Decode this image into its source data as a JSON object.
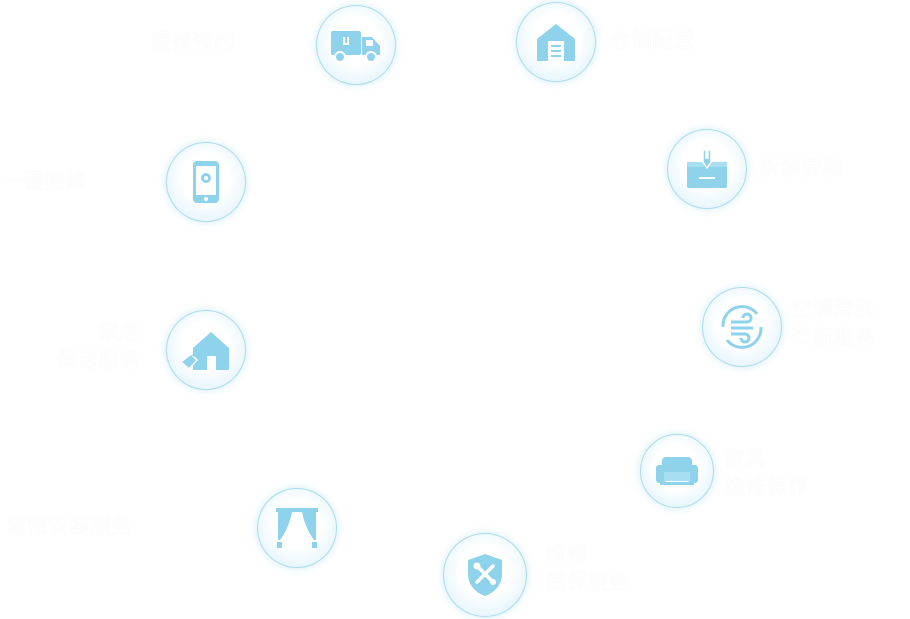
{
  "nodes": [
    {
      "id": "truck",
      "icon": "truck-icon",
      "lines": [
        "报修预约"
      ]
    },
    {
      "id": "warehouse",
      "icon": "warehouse-icon",
      "lines": [
        "仓储配送"
      ]
    },
    {
      "id": "phone",
      "icon": "smartphone-icon",
      "lines": [
        "一键报修"
      ]
    },
    {
      "id": "install",
      "icon": "box-install-icon",
      "lines": [
        "拆装安装"
      ]
    },
    {
      "id": "home",
      "icon": "home-cleaning-icon",
      "lines": [
        "家居",
        "保洁服务"
      ]
    },
    {
      "id": "aircon",
      "icon": "air-cleaning-icon",
      "lines": [
        "空调清洗",
        "节能服务"
      ]
    },
    {
      "id": "sofa",
      "icon": "sofa-icon",
      "lines": [
        "家具",
        "维修保养"
      ]
    },
    {
      "id": "curtain",
      "icon": "curtain-icon",
      "lines": [
        "窗帘安装服务"
      ]
    },
    {
      "id": "repair",
      "icon": "repair-shield-icon",
      "lines": [
        "维修",
        "质保服务"
      ]
    }
  ],
  "colors": {
    "accent": "#7fcbe8",
    "icon": "#8ed2ec",
    "ring": "#a9dcef"
  }
}
